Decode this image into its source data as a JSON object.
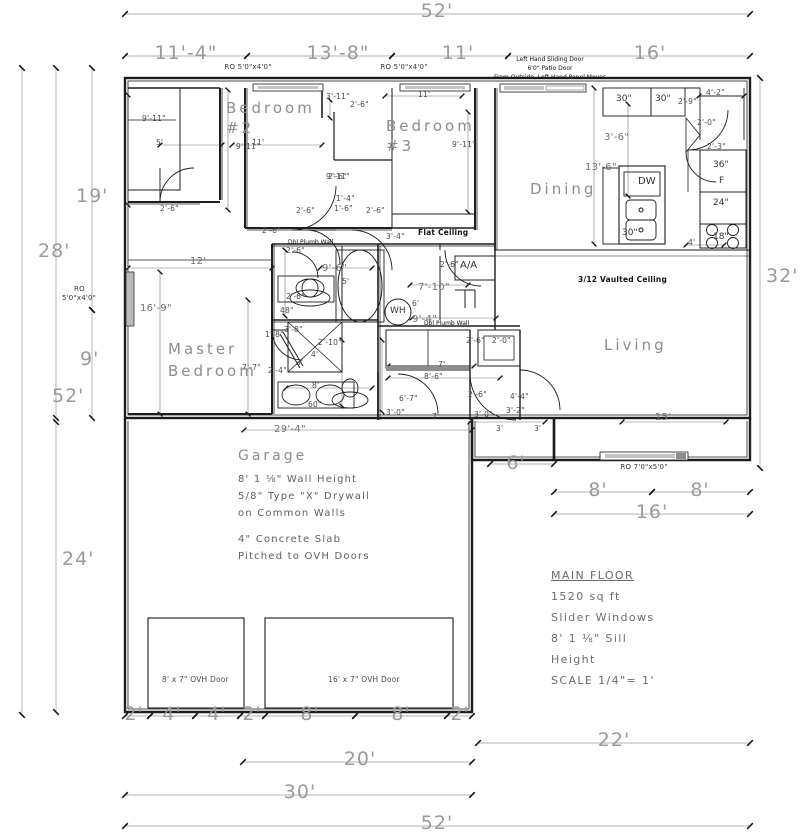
{
  "drawing": {
    "title": "MAIN FLOOR",
    "area": "1520 sq ft",
    "windows": "Slider Windows",
    "sill_1": "8' 1 ⅛\" Sill",
    "sill_2": "Height",
    "scale": "SCALE 1/4\"= 1'"
  },
  "rooms": {
    "bedroom2_a": "Bedroom",
    "bedroom2_b": "#2",
    "bedroom3_a": "Bedroom",
    "bedroom3_b": "#3",
    "dining": "Dining",
    "living": "Living",
    "master_a": "Master",
    "master_b": "Bedroom",
    "garage": "Garage"
  },
  "garage_notes": {
    "l1": "8' 1 ⅛\" Wall Height",
    "l2": "5/8\" Type \"X\" Drywall",
    "l3": "on Common Walls",
    "l4": "4\" Concrete Slab",
    "l5": "Pitched to OVH Doors",
    "door_small": "8' x 7\" OVH Door",
    "door_large": "16' x 7\" OVH Door"
  },
  "ceiling_notes": {
    "flat": "Flat Ceiling",
    "vaulted": "3/12 Vaulted Ceiling",
    "dbl_plumb_1": "Dbl Plumb Wall",
    "dbl_plumb_2": "Dbl Plumb Wall"
  },
  "door_notes": {
    "l1": "Left Hand Sliding Door",
    "l2": "6'0\" Patio Door",
    "l3": "From Outside, Left Hand Panel Moves"
  },
  "appliances": {
    "dishwasher": "DW",
    "fridge_w": "36\"",
    "fridge_l": "F",
    "counter": "24\"",
    "range": "18\"",
    "sink_base": "30\"",
    "upper_a": "30\"",
    "upper_b": "30\"",
    "water_heater": "WH",
    "air_handler": "A/A",
    "vanity_48": "48\"",
    "vanity_60": "60\"",
    "range_side": "4'"
  },
  "rough_openings": {
    "top_left": "RO  5'0\"x4'0\"",
    "top_mid": "RO  5'0\"x4'0\"",
    "left_side_a": "RO",
    "left_side_b": "5'0\"x4'0\"",
    "bottom_right": "RO  7'0\"x5'0\""
  },
  "dimensions": {
    "top_overall": "52'",
    "top_chain": [
      "11'-4\"",
      "13'-8\"",
      "11'",
      "16'"
    ],
    "left_outer": "52'",
    "left_mid": "28'",
    "left_inner": [
      "19'",
      "9'"
    ],
    "left_lower": "24'",
    "right_overall": "32'",
    "bottom_overall": "52'",
    "bottom_30": "30'",
    "bottom_20": "20'",
    "bottom_22": "22'",
    "bottom_chain": [
      "2'",
      "4'",
      "4'",
      "2'",
      "8'",
      "8'",
      "2'"
    ],
    "right_chain_8a": "8'",
    "right_chain_8b": "8'",
    "right_chain_16": "16'",
    "living_15": "15'",
    "patio_6": "6'",
    "garage_top": "29'-4\"",
    "kitchen_13_6": "13'-6\"",
    "kitchen_3_6": "3'-6\"",
    "kitchen_4_2": "4'-2\"",
    "kitchen_2_9": "2'-9\"",
    "kitchen_2_0": "2'-0\"",
    "kitchen_2_3": "2'-3\"",
    "kitchen_4": "4'",
    "bed2_9_11a": "9'-11\"",
    "bed2_9_11b": "9'-11\"",
    "bed2_5": "5'",
    "bed2_11": "11'",
    "bed3_9_11": "9'-11\"",
    "bed3_11": "11'",
    "bed3_3_11": "3'-11\"",
    "bed3_9_11b": "9'-11\"",
    "bed3_1_4": "1'-4\"",
    "bed3_1_6": "1'-6\"",
    "flat_3_4": "3'-4\"",
    "master_12": "12'",
    "master_16_9": "16'-9\"",
    "master_7_7": "7'-7\"",
    "master_2_4": "2'-4\"",
    "bath_9_6": "9'-6\"",
    "bath_5": "5'",
    "bath_7_10": "7'-10\"",
    "bath_9_4": "9'-4\"",
    "bath_6": "6'",
    "bath_8": "8'",
    "bath_3": "3'",
    "bath_1_8": "1'-8\"",
    "bath_3_8": "3'-8\"",
    "closet_2_10": "2'-10\"",
    "closet_4": "4'",
    "laundry_7": "7'",
    "laundry_8_6": "8'-6\"",
    "laundry_6_7": "6'-7\"",
    "laundry_3_0": "3'-0\"",
    "hall_7": "7'",
    "hall_3a": "3'",
    "hall_3b": "3'",
    "ent_4_4": "4'-4\"",
    "ent_3_2": "3'-2\"",
    "ent_3_0": "3'-0\""
  },
  "door_sizes": {
    "d1": "2'-6\"",
    "d2": "2'-6\"",
    "d3": "2'-6\"",
    "d4": "2'-6\"",
    "d5": "2'-6\"",
    "d6": "2'-6\"",
    "d7": "2'-6\"",
    "d8": "2'-6\"",
    "d9": "2'-6\"",
    "d10": "2'-6\"",
    "d11": "2'-6\"",
    "d12": "2'-0\"",
    "d13": "2'-0\"",
    "d14": "2'-0\"",
    "d15": "2'-4\"",
    "d16": "2'-8\""
  },
  "colors": {
    "wall": "#222222",
    "dim_line": "#9a9a9a",
    "dim_text": "#9a9a9a",
    "small_text": "#4a4a4a",
    "note_text": "#111111",
    "background": "#ffffff"
  }
}
